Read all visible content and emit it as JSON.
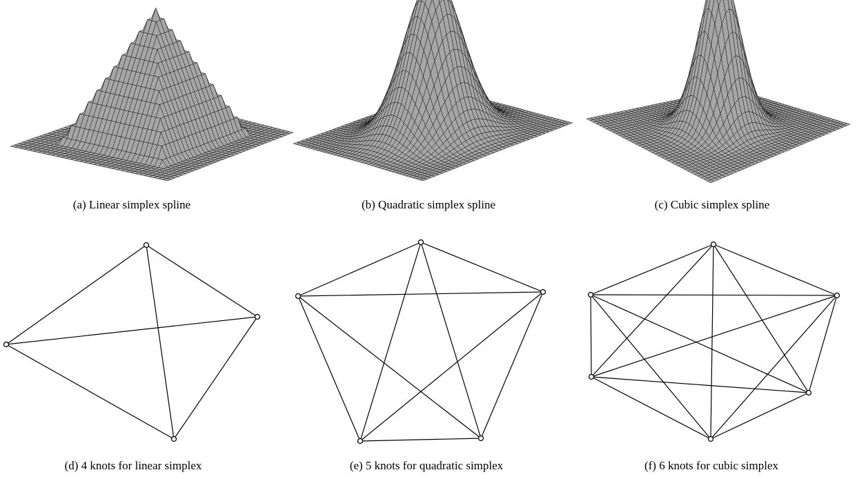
{
  "figure": {
    "panels": [
      {
        "caption": "(a)  Linear simplex spline",
        "degree": 1,
        "knot_count": 4
      },
      {
        "caption": "(b)  Quadratic simplex spline",
        "degree": 2,
        "knot_count": 5
      },
      {
        "caption": "(c)  Cubic simplex spline",
        "degree": 3,
        "knot_count": 6
      },
      {
        "caption": "(d)  4 knots for linear simplex",
        "knot_count": 4
      },
      {
        "caption": "(e)  5 knots for quadratic simplex",
        "knot_count": 5
      },
      {
        "caption": "(f)  6 knots for cubic simplex",
        "knot_count": 6
      }
    ],
    "colors": {
      "surface": "#a6a6a6",
      "mesh": "#111111",
      "line": "#000000"
    }
  }
}
